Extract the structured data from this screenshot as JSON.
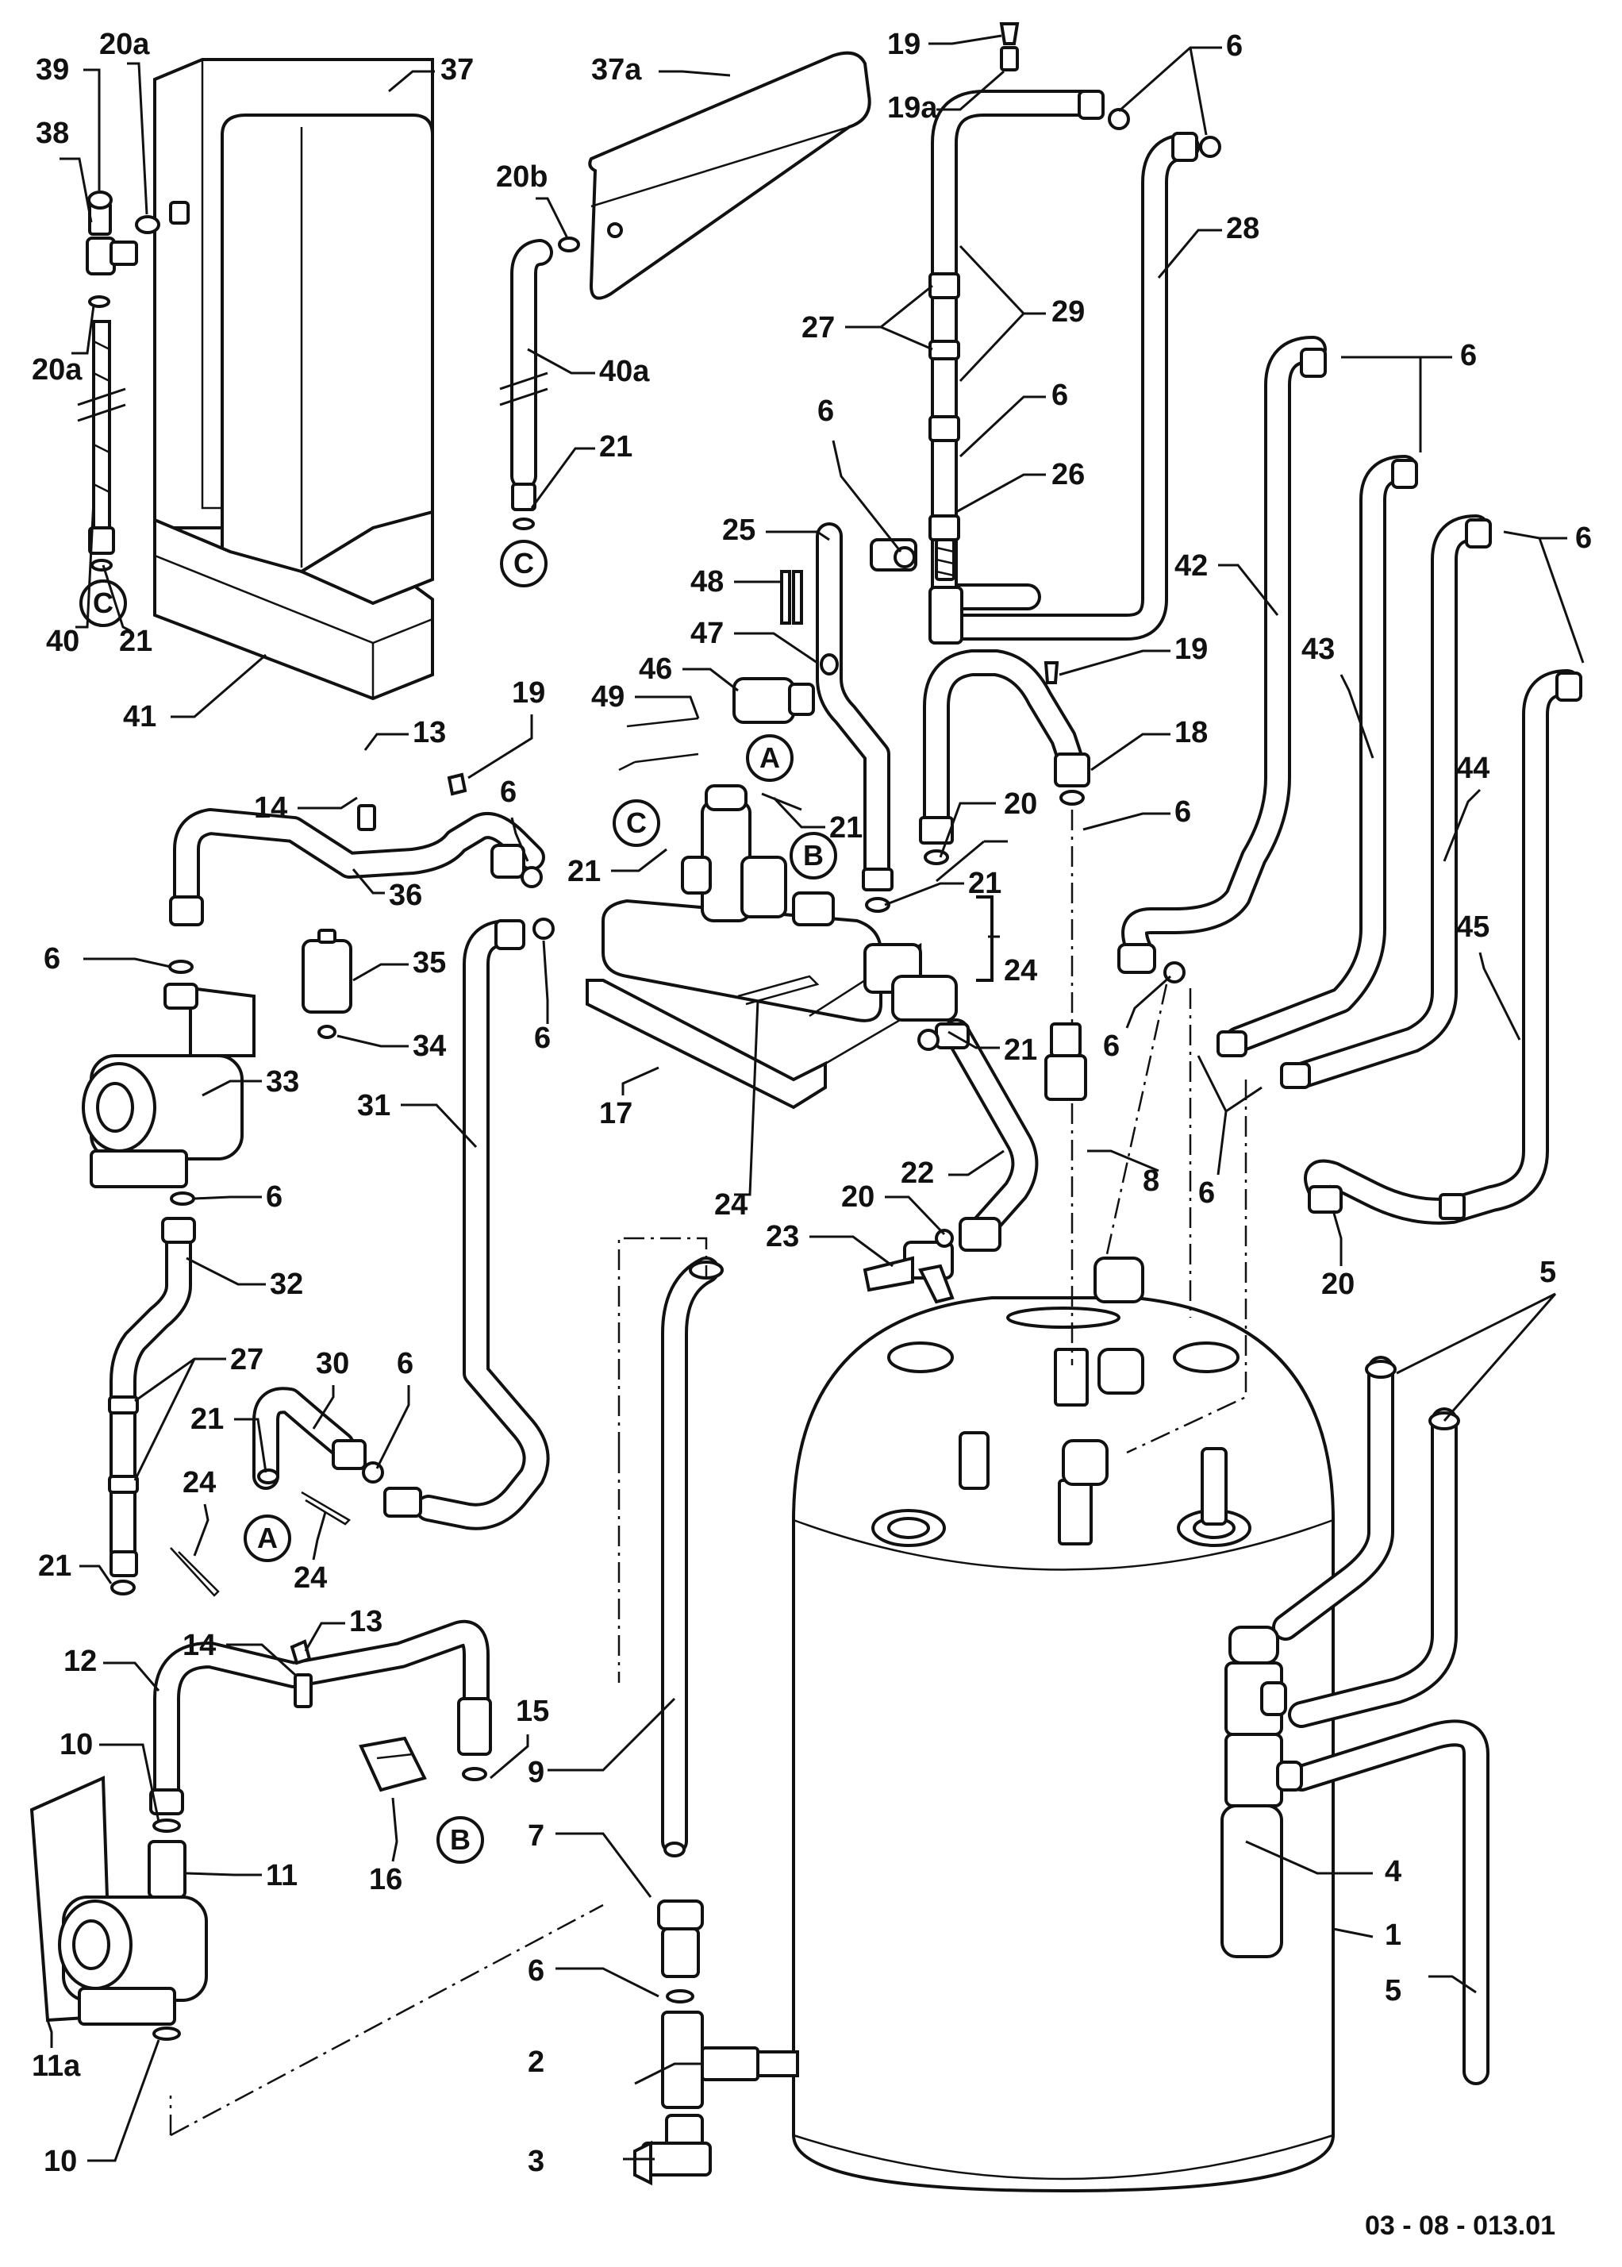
{
  "drawing_number": "03 - 08 - 013.01",
  "labels": {
    "l1": "1",
    "l2": "2",
    "l3": "3",
    "l4": "4",
    "l5a": "5",
    "l5b": "5",
    "l6a": "6",
    "l6b": "6",
    "l6c": "6",
    "l6d": "6",
    "l6e": "6",
    "l6f": "6",
    "l6g": "6",
    "l6h": "6",
    "l6i": "6",
    "l6j": "6",
    "l6k": "6",
    "l6l": "6",
    "l7": "7",
    "l8": "8",
    "l9": "9",
    "l10a": "10",
    "l10b": "10",
    "l11": "11",
    "l11a": "11a",
    "l12": "12",
    "l13a": "13",
    "l13b": "13",
    "l14a": "14",
    "l14b": "14",
    "l15": "15",
    "l16": "16",
    "l17": "17",
    "l18": "18",
    "l19a": "19",
    "l19b": "19",
    "l19c": "19",
    "l19a_lbl": "19a",
    "l20a": "20",
    "l20b": "20",
    "l20c": "20",
    "l20a_lbl": "20a",
    "l20a_lbl2": "20a",
    "l20b_lbl": "20b",
    "l21a": "21",
    "l21b": "21",
    "l21c": "21",
    "l21d": "21",
    "l21e": "21",
    "l21f": "21",
    "l21g": "21",
    "l21h": "21",
    "l22": "22",
    "l23": "23",
    "l24a": "24",
    "l24b": "24",
    "l24c": "24",
    "l24d": "24",
    "l25": "25",
    "l26": "26",
    "l27a": "27",
    "l27b": "27",
    "l28": "28",
    "l29": "29",
    "l30": "30",
    "l31": "31",
    "l32": "32",
    "l33": "33",
    "l34": "34",
    "l35": "35",
    "l36": "36",
    "l37": "37",
    "l37a": "37a",
    "l38": "38",
    "l39": "39",
    "l40": "40",
    "l40a": "40a",
    "l41": "41",
    "l42": "42",
    "l43": "43",
    "l44": "44",
    "l45": "45",
    "l46": "46",
    "l47": "47",
    "l48": "48",
    "l49": "49"
  },
  "connectors": {
    "A1": "A",
    "A2": "A",
    "B1": "B",
    "B2": "B",
    "C1": "C",
    "C2": "C",
    "C3": "C"
  }
}
